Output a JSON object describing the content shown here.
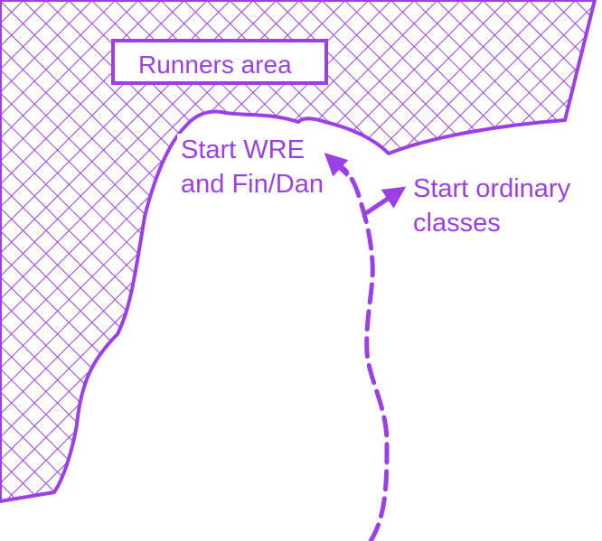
{
  "colors": {
    "ink": "#9b40e6",
    "background": "#ffffff"
  },
  "labels": {
    "runners_area": "Runners area",
    "start_wre_line1": "Start WRE",
    "start_wre_line2": "and Fin/Dan",
    "start_ordinary_line1": "Start ordinary",
    "start_ordinary_line2": "classes"
  }
}
